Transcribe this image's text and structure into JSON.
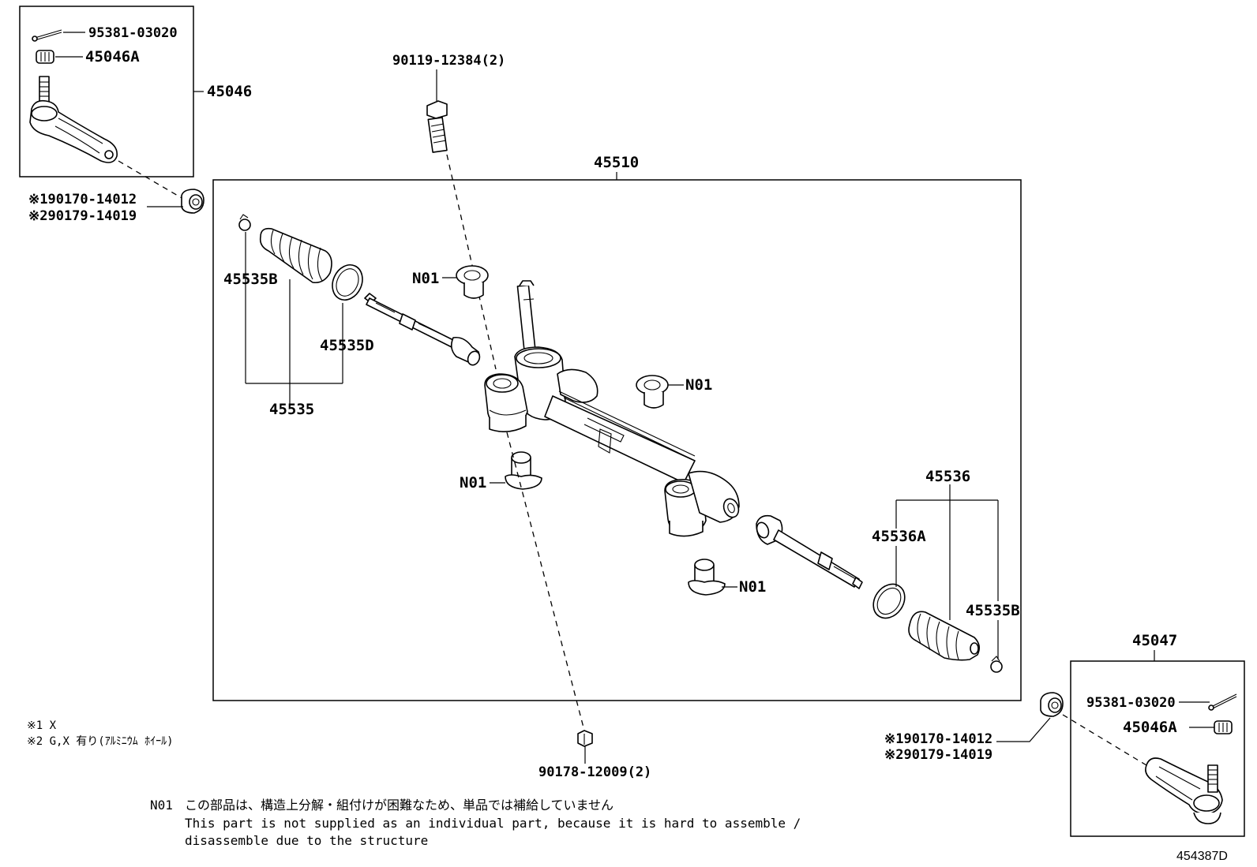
{
  "parts": {
    "tie_rod_end_lh": "45046",
    "cotter_pin_lh": "95381-03020",
    "nut_lh": "45046A",
    "gear_assy": "45510",
    "bolt_upper": "90119-12384(2)",
    "nut_lower": "90178-12009(2)",
    "boot_clamp_lh": "45535B",
    "boot_lh": "45535",
    "boot_band_lh": "45535D",
    "boot_rh": "45536",
    "boot_band_rh": "45536A",
    "boot_clamp_rh": "45535B",
    "tie_rod_end_rh": "45047",
    "cotter_pin_rh": "95381-03020",
    "nut_rh": "45046A",
    "grommet_1": "N01",
    "grommet_2": "N01",
    "grommet_3": "N01",
    "grommet_4": "N01"
  },
  "cap_nut_lh": {
    "line1": "※190170-14012",
    "line2": "※290179-14019"
  },
  "cap_nut_rh": {
    "line1": "※190170-14012",
    "line2": "※290179-14019"
  },
  "legend": {
    "line1": "※1 X",
    "line2": "※2 G,X 有り(ｱﾙﾐﾆｳﾑ ﾎｲｰﾙ)"
  },
  "footnote": {
    "code": "N01",
    "jp": "この部品は、構造上分解・組付けが困難なため、単品では補給していません",
    "en1": "This part is not supplied as an individual part, because it is hard to assemble /",
    "en2": "disassemble due to the structure"
  },
  "figure_id": "454387D"
}
